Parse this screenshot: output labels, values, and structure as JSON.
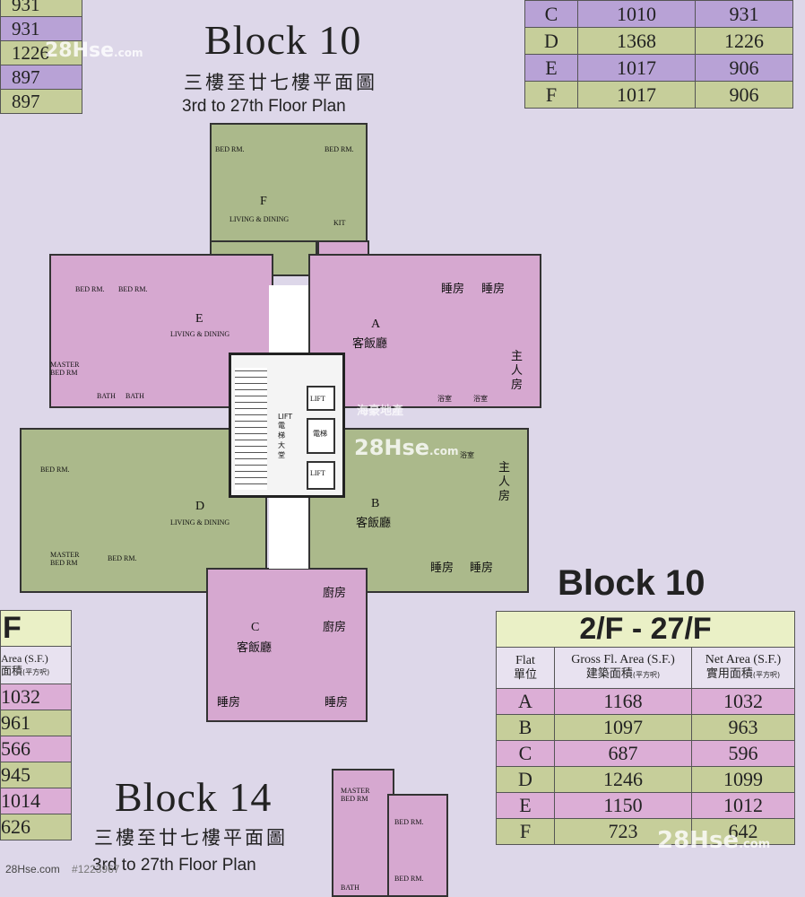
{
  "watermark": {
    "brand": "28Hse",
    "suffix": ".com",
    "chinese": "海豪地產",
    "footer_site": "28Hse.com",
    "footer_ref": "#1223967"
  },
  "left_partial_table": {
    "heading_fragment": "F",
    "header_fragment_en": "Area (S.F.)",
    "header_fragment_cn": "面積",
    "header_fragment_unit": "(平方呎)",
    "top_rows": [
      "931",
      "931",
      "1226",
      "897",
      "897"
    ],
    "bottom_rows": [
      "1032",
      "961",
      "566",
      "945",
      "1014",
      "626"
    ]
  },
  "top_right_table": {
    "rows": [
      {
        "flat": "C",
        "gross": "1010",
        "net": "931"
      },
      {
        "flat": "D",
        "gross": "1368",
        "net": "1226"
      },
      {
        "flat": "E",
        "gross": "1017",
        "net": "906"
      },
      {
        "flat": "F",
        "gross": "1017",
        "net": "906"
      }
    ]
  },
  "block10_plan": {
    "title": "Block 10",
    "subtitle_cn": "三樓至廿七樓平面圖",
    "subtitle_en": "3rd to 27th Floor Plan"
  },
  "block14_plan": {
    "title": "Block 14",
    "subtitle_cn": "三樓至廿七樓平面圖",
    "subtitle_en": "3rd to 27th Floor Plan"
  },
  "floor_plan_labels": {
    "bed_rm": "BED RM.",
    "master_bed_rm": "MASTER BED RM",
    "living_dining": "LIVING & DINING",
    "kit": "KIT",
    "bath": "BATH",
    "lift": "LIFT",
    "lift_lobby": "LIFT 電梯大堂",
    "lift_cn": "電梯",
    "bedroom_cn": "睡房",
    "master_cn": "主人房",
    "living_cn": "客飯廳",
    "kitchen_cn": "廚房",
    "bath_cn": "浴室",
    "flat_a": "A",
    "flat_b": "B",
    "flat_c": "C",
    "flat_d": "D",
    "flat_e": "E",
    "flat_f": "F"
  },
  "area_table": {
    "title": "Block 10",
    "floors": "2/F - 27/F",
    "col_flat_en": "Flat",
    "col_flat_cn": "單位",
    "col_gross_en": "Gross Fl. Area (S.F.)",
    "col_gross_cn": "建築面積",
    "col_gross_unit": "(平方呎)",
    "col_net_en": "Net Area (S.F.)",
    "col_net_cn": "實用面積",
    "col_net_unit": "(平方呎)",
    "rows": [
      {
        "flat": "A",
        "gross": "1168",
        "net": "1032"
      },
      {
        "flat": "B",
        "gross": "1097",
        "net": "963"
      },
      {
        "flat": "C",
        "gross": "687",
        "net": "596"
      },
      {
        "flat": "D",
        "gross": "1246",
        "net": "1099"
      },
      {
        "flat": "E",
        "gross": "1150",
        "net": "1012"
      },
      {
        "flat": "F",
        "gross": "723",
        "net": "642"
      }
    ]
  },
  "colors": {
    "pink": "#dcaed6",
    "green": "#c6ce9a",
    "purple": "#b8a2d6",
    "background": "#ddd7e9"
  }
}
